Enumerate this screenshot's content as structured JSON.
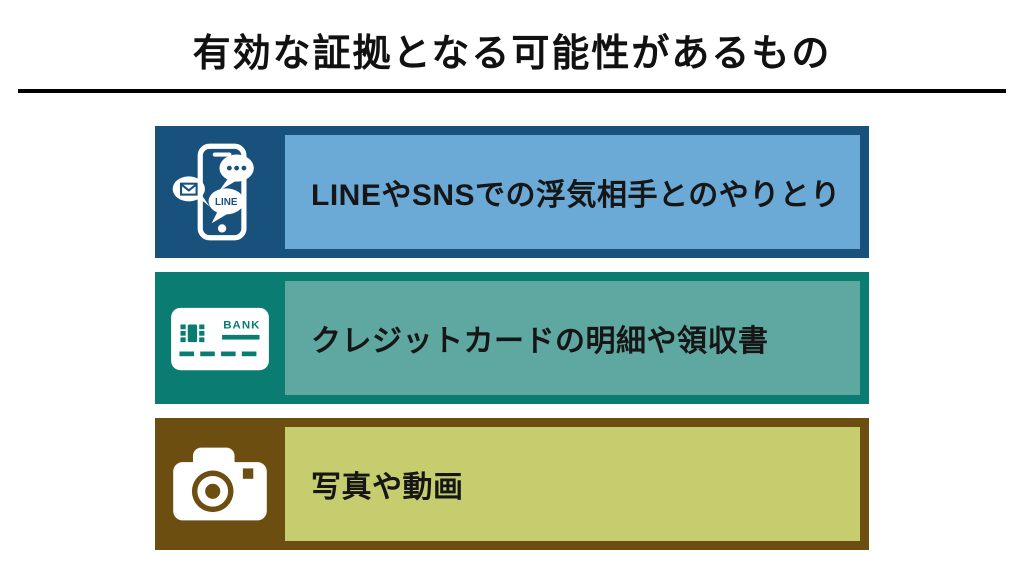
{
  "page": {
    "title": "有効な証拠となる可能性があるもの"
  },
  "colors": {
    "row1_dark": "#18517C",
    "row1_light": "#6BA9D7",
    "row2_dark": "#0B7C71",
    "row2_light": "#5FA8A1",
    "row3_dark": "#6C4F10",
    "row3_light": "#C6CD6E",
    "divider": "#000000",
    "label_text": "#161616",
    "icon_foreground": "#FFFFFF"
  },
  "rows": [
    {
      "label": "LINEやSNSでの浮気相手とのやりとり",
      "icon": "smartphone-chat-icon",
      "bubble_text": "LINE"
    },
    {
      "label": "クレジットカードの明細や領収書",
      "icon": "credit-card-icon",
      "card_text": "BANK"
    },
    {
      "label": "写真や動画",
      "icon": "camera-icon"
    }
  ]
}
